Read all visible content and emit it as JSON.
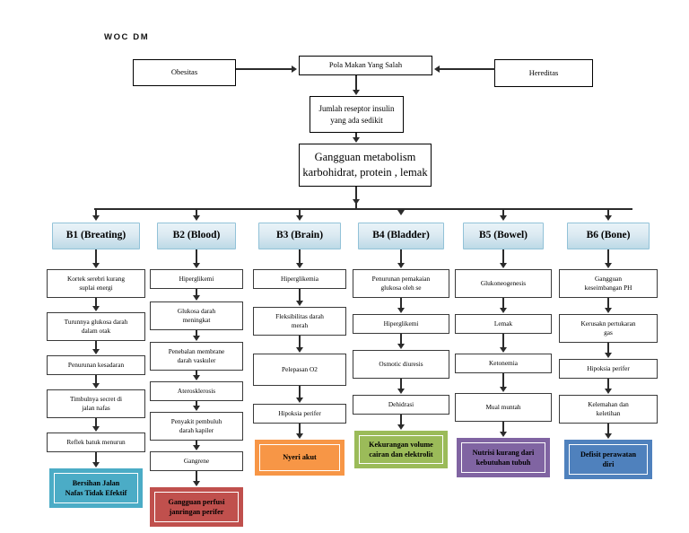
{
  "title": "WOC DM",
  "top": {
    "cause_left": "Obesitas",
    "center": "Pola Makan Yang Salah",
    "cause_right": "Hereditas",
    "step2": "Jumlah reseptor insulin\nyang  ada sedikit",
    "step3": "Gangguan metabolism\nkarbohidrat, protein , lemak"
  },
  "columns": [
    {
      "id": "b1",
      "header": "B1 (Breating)",
      "steps": [
        "Kortek serebri kurang\nsuplai energi",
        "Turunnya glukosa darah\ndalam otak",
        "Penurunan kesadaran",
        "Timbulnya secret di\njalan nafas",
        "Reflek batuk menurun"
      ],
      "outcome": "Bersihan Jalan\nNafas Tidak Efektif",
      "outcome_color": "#4BACC6"
    },
    {
      "id": "b2",
      "header": "B2 (Blood)",
      "steps": [
        "Hiperglikemi",
        "Glukosa darah\nmeningkat",
        "Penebalan membrane\ndarah vaskuler",
        "Aterosklerosis",
        "Penyakit pembuluh\ndarah kapiler",
        "Gangrene"
      ],
      "outcome": "Gangguan perfusi\njanringan perifer",
      "outcome_color": "#C0504D"
    },
    {
      "id": "b3",
      "header": "B3 (Brain)",
      "steps": [
        "Hiperglikemia",
        "Fleksibilitas darah\nmerah",
        "Pelepasan O2",
        "Hipoksia perifer"
      ],
      "outcome": "Nyeri akut",
      "outcome_color": "#F79646"
    },
    {
      "id": "b4",
      "header": "B4 (Bladder)",
      "steps": [
        "Penurunan pemakaian\nglukosa oleh se",
        "Hiperglikemi",
        "Osmotic diuresis",
        "Dehidrasi"
      ],
      "outcome": "Kekurangan volume\ncairan dan elektrolit",
      "outcome_color": "#9BBB59"
    },
    {
      "id": "b5",
      "header": "B5 (Bowel)",
      "steps": [
        "Glukoneogenesis",
        "Lemak",
        "Ketonemia",
        "Mual muntah"
      ],
      "outcome": "Nutrisi kurang dari\nkebutuhan tubuh",
      "outcome_color": "#8064A2"
    },
    {
      "id": "b6",
      "header": "B6 (Bone)",
      "steps": [
        "Gangguan\nkeseimbangan PH",
        "Kerusakn pertukaran\ngas",
        "Hipoksia perifer",
        "Kelemahan dan\nkeletihan"
      ],
      "outcome": "Defisit perawatan\ndiri",
      "outcome_color": "#4F81BD"
    }
  ]
}
